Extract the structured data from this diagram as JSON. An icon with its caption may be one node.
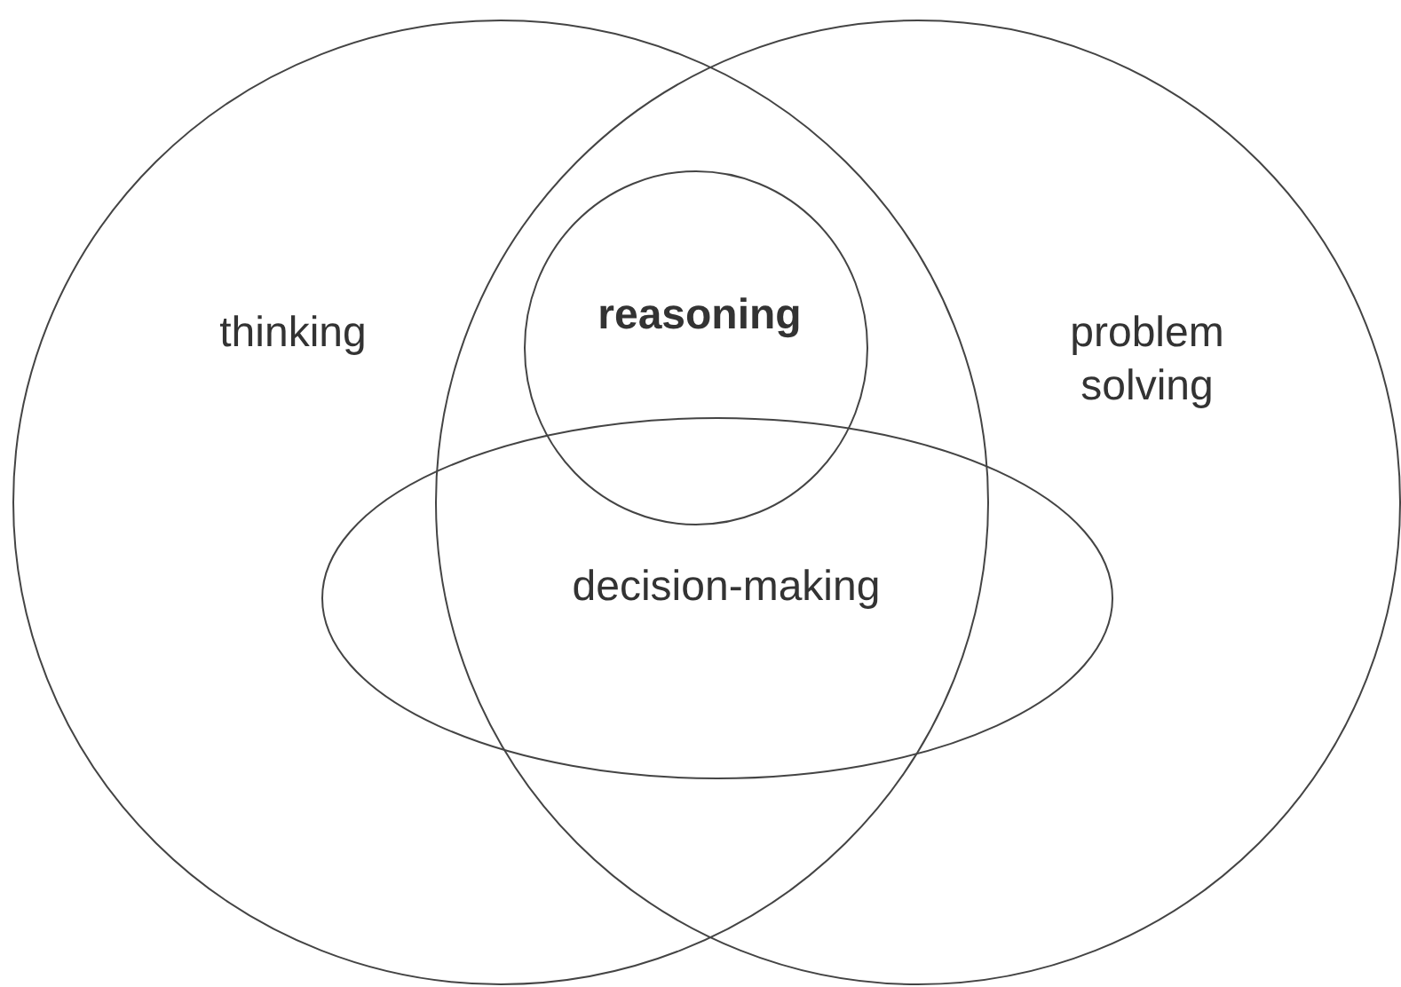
{
  "diagram": {
    "nodes": [
      {
        "text": [
          "thinking"
        ]
      },
      {
        "text": [
          "problem solving"
        ]
      },
      {
        "text": [
          "reasoning"
        ]
      },
      {
        "text": [
          "decision-making"
        ]
      }
    ]
  }
}
